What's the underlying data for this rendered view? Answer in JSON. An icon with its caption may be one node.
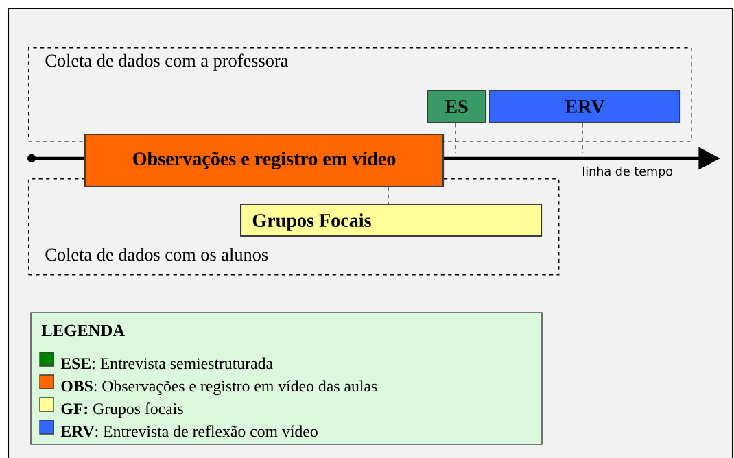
{
  "diagram": {
    "nodes": [
      {
        "text": [
          "Coleta de dados com a professora"
        ]
      },
      {
        "text": [
          "ES"
        ],
        "in": 0
      },
      {
        "text": [
          "ERV"
        ],
        "in": 0
      },
      {
        "text": [
          "Coleta de dados com os alunos"
        ]
      },
      {
        "text": [
          "Observações e registro em vídeo"
        ]
      },
      {
        "text": [
          "Grupos Focais"
        ],
        "in": 3
      }
    ],
    "edges": [
      {
        "from": 1,
        "to": null,
        "arrow": "none",
        "style": "dashed"
      },
      {
        "from": 2,
        "to": null,
        "arrow": "none",
        "style": "dashed"
      },
      {
        "from": 4,
        "to": 5,
        "arrow": "none",
        "style": "dashed"
      }
    ],
    "labels": [
      "linha de tempo",
      "LEGENDA"
    ],
    "legend": [
      {
        "text": "**ESE**: Entrevista semiestruturada",
        "color": "#008000"
      },
      {
        "text": "**OBS**: Observações e registro em vídeo das aulas",
        "color": "#ff6600"
      },
      {
        "text": "**GF:** Grupos focais",
        "color": "#ffff99"
      },
      {
        "text": "**ERV**: Entrevista de reflexão com vídeo",
        "color": "#3366ff"
      }
    ]
  }
}
